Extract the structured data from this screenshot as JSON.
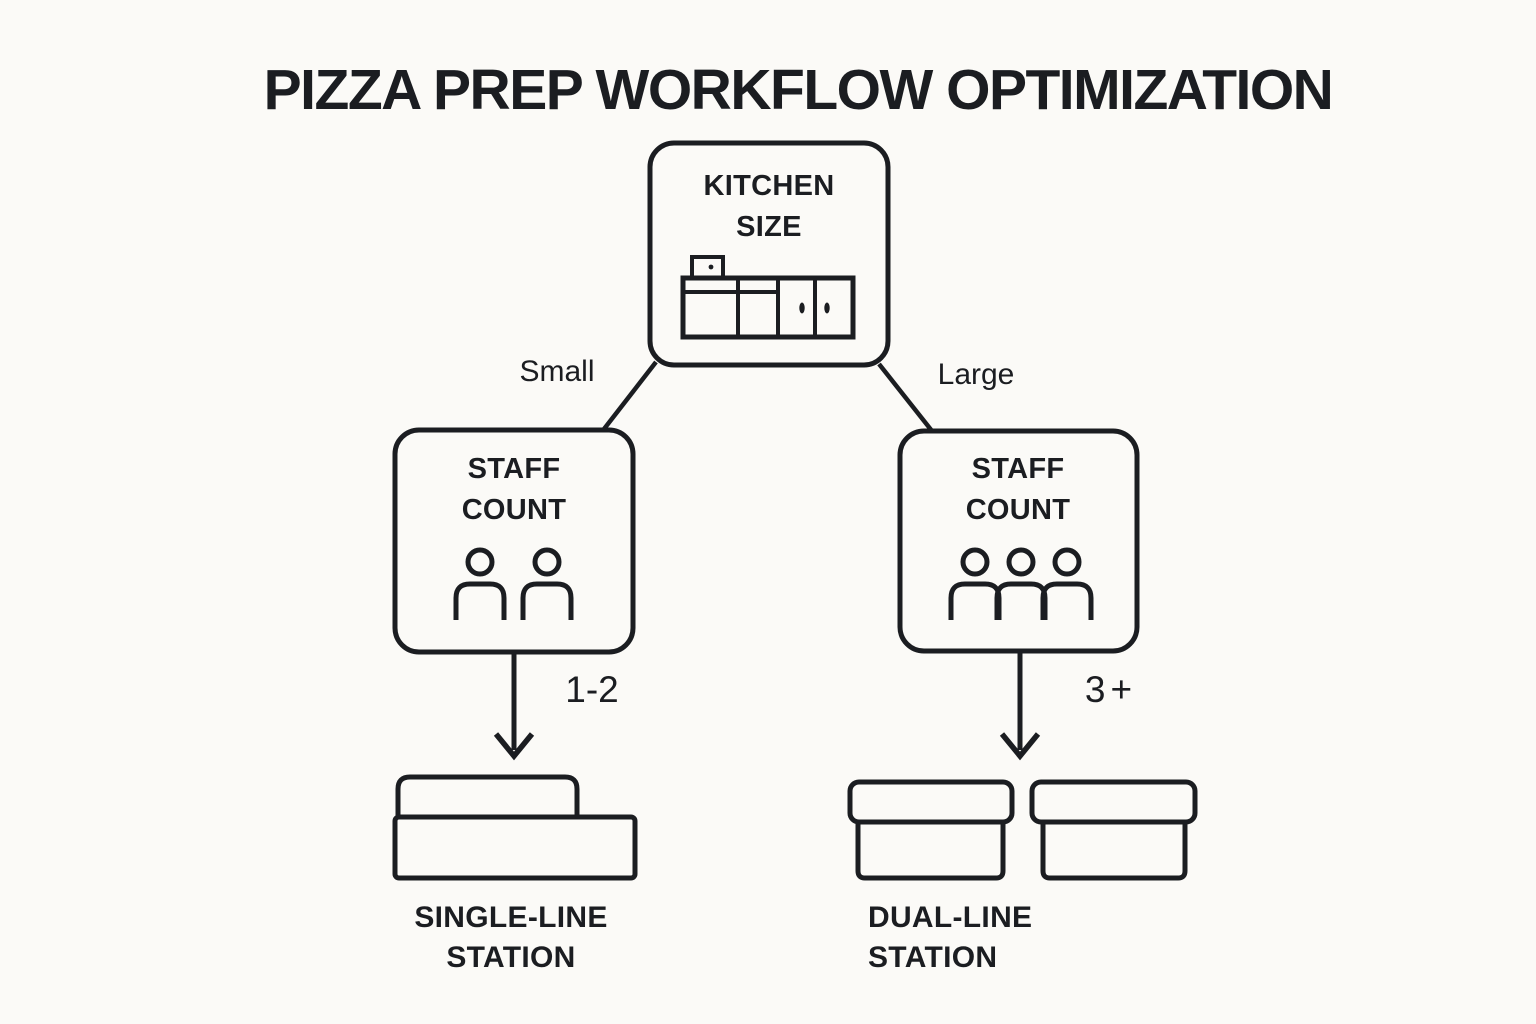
{
  "title": "PIZZA PREP WORKFLOW OPTIMIZATION",
  "colors": {
    "ink": "#1b1d21",
    "bg": "#fbfaf7"
  },
  "root": {
    "label": "KITCHEN SIZE",
    "icon": "kitchen-counter-icon"
  },
  "branches": {
    "left": {
      "label": "Small"
    },
    "right": {
      "label": "Large"
    }
  },
  "staff_nodes": {
    "left": {
      "label": "STAFF COUNT",
      "people_shown": 2,
      "icon": "two-people-icon"
    },
    "right": {
      "label": "STAFF COUNT",
      "people_shown": 3,
      "icon": "three-people-icon"
    }
  },
  "arrow_values": {
    "left": "1-2",
    "right": "3+"
  },
  "outcomes": {
    "left": {
      "label": "SINGLE-LINE STATION",
      "icon": "single-line-station-icon"
    },
    "right": {
      "label": "DUAL-LINE STATION",
      "icon": "dual-line-station-icon"
    }
  }
}
